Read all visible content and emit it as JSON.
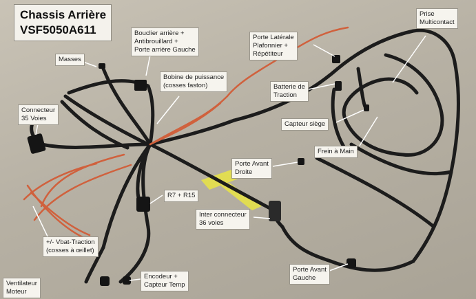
{
  "title": {
    "line1": "Chassis Arrière",
    "line2": "VSF5050A611"
  },
  "labels": {
    "masses": "Masses",
    "bouclier": [
      "Bouclier arrière +",
      "Antibrouillard +",
      "Porte arrière Gauche"
    ],
    "bobine": [
      "Bobine de puissance",
      "(cosses faston)"
    ],
    "porte_laterale": [
      "Porte Latérale",
      "Plafonnier +",
      "Répétiteur"
    ],
    "prise": [
      "Prise",
      "Multicontact"
    ],
    "connecteur": [
      "Connecteur",
      "35 Voies"
    ],
    "batterie": [
      "Batterie de",
      "Traction"
    ],
    "capteur_siege": "Capteur siège",
    "frein": "Frein à Main",
    "porte_avant_droite": [
      "Porte Avant",
      "Droite"
    ],
    "r7": "R7 + R15",
    "inter": [
      "Inter connecteur",
      "36 voies"
    ],
    "vbat": [
      "+/- Vbat-Traction",
      "(cosses à œillet)"
    ],
    "porte_avant_gauche": [
      "Porte Avant",
      "Gauche"
    ],
    "encodeur": [
      "Encodeur +",
      "Capteur Temp"
    ],
    "ventilateur": [
      "Ventilateur",
      "Moteur"
    ]
  },
  "colors": {
    "background": "#b9b3a6",
    "cable": "#1c1c1c",
    "orange_wire": "#d0613d",
    "tape": "#e6e24a",
    "label_bg": "#f6f4ee"
  }
}
